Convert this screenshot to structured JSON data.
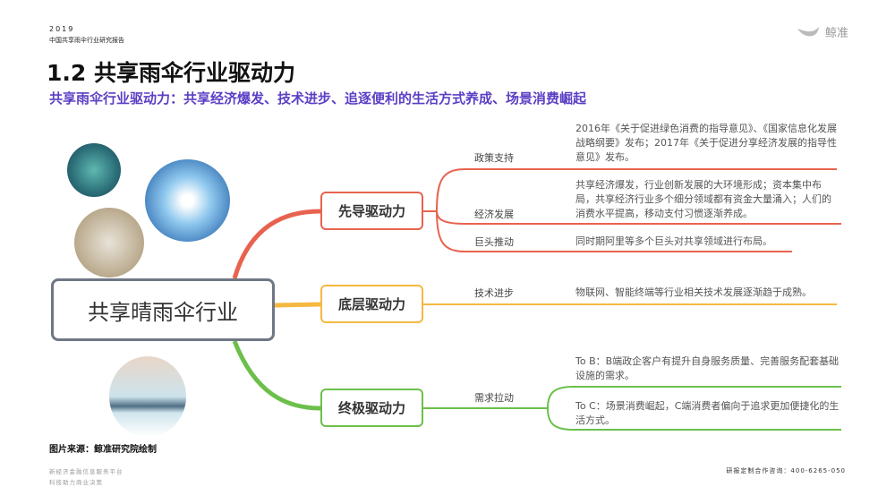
{
  "header": {
    "year": "2019",
    "report": "中国共享雨伞行业研究报告",
    "logo_text": "鲸准"
  },
  "title": "1.2 共享雨伞行业驱动力",
  "subtitle": "共享雨伞行业驱动力：共享经济爆发、技术进步、追逐便利的生活方式养成、场景消费崛起",
  "mindmap": {
    "center": "共享晴雨伞行业",
    "branches": [
      {
        "label": "先导驱动力",
        "color": "#e8634f",
        "items": [
          {
            "label": "政策支持",
            "text": "2016年《关于促进绿色消费的指导意见》、《国家信息化发展战略纲要》发布；2017年《关于促进分享经济发展的指导性意见》发布。"
          },
          {
            "label": "经济发展",
            "text": "共享经济爆发，行业创新发展的大环境形成；资本集中布局，共享经济行业多个细分领域都有资金大量涌入；人们的消费水平提高，移动支付习惯逐渐养成。"
          },
          {
            "label": "巨头推动",
            "text": "同时期阿里等多个巨头对共享领域进行布局。"
          }
        ]
      },
      {
        "label": "底层驱动力",
        "color": "#f5b840",
        "items": [
          {
            "label": "技术进步",
            "text": "物联网、智能终端等行业相关技术发展逐渐趋于成熟。"
          }
        ]
      },
      {
        "label": "终极驱动力",
        "color": "#6cc04a",
        "items": [
          {
            "label": "需求拉动",
            "text_b": "To B：B端政企客户有提升自身服务质量、完善服务配套基础设施的需求。",
            "text_c": "To C：场景消费崛起，C端消费者偏向于追求更加便捷化的生活方式。"
          }
        ]
      }
    ]
  },
  "source": "图片来源：鲸准研究院绘制",
  "footer": {
    "line1": "新经济金融信息服务平台",
    "line2": "科技助力商业决策",
    "hotline": "研报定制合作咨询：400-6265-050"
  }
}
